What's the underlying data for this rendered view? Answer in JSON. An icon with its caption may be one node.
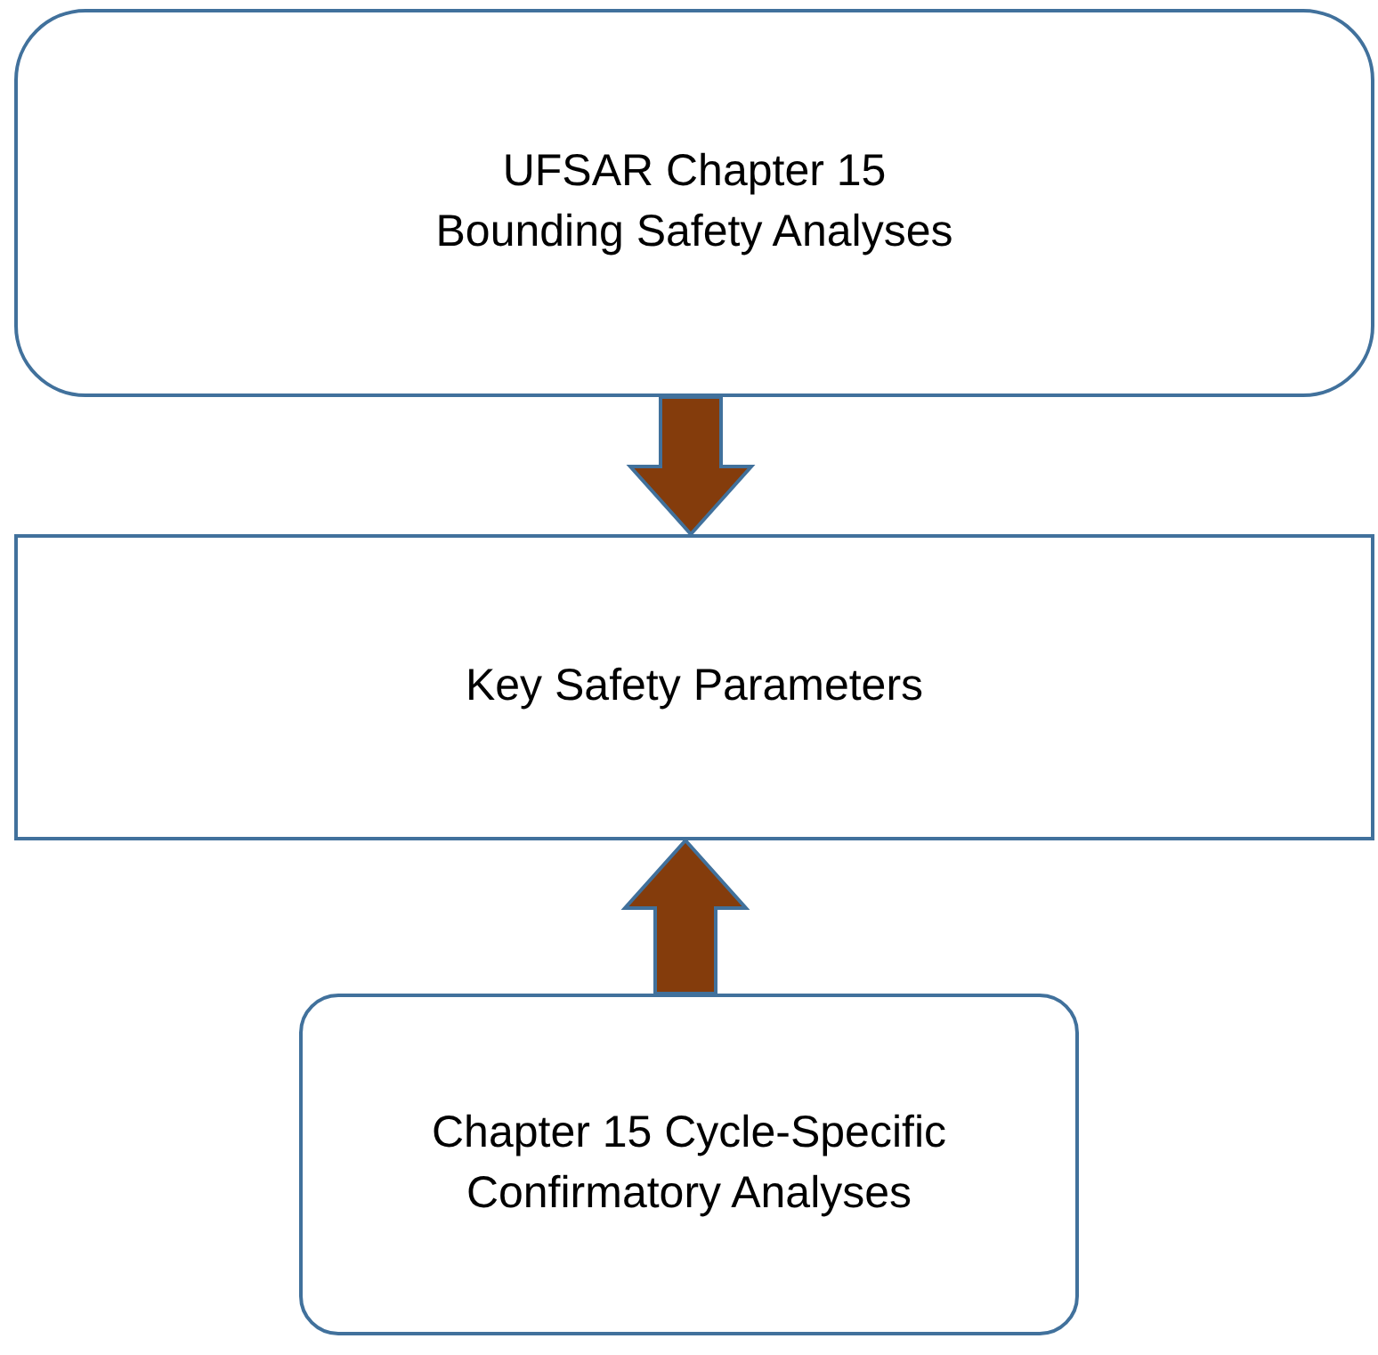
{
  "diagram": {
    "nodes": [
      {
        "text": [
          "UFSAR Chapter 15 Bounding Safety Analyses"
        ]
      },
      {
        "text": [
          "Key Safety Parameters"
        ]
      },
      {
        "text": [
          "Chapter 15 Cycle-Specific Confirmatory Analyses"
        ]
      }
    ],
    "edges": [
      {
        "from": 0,
        "to": 1,
        "arrow": "to",
        "style": "thick"
      },
      {
        "from": 2,
        "to": 1,
        "arrow": "to",
        "style": "thick"
      }
    ]
  }
}
